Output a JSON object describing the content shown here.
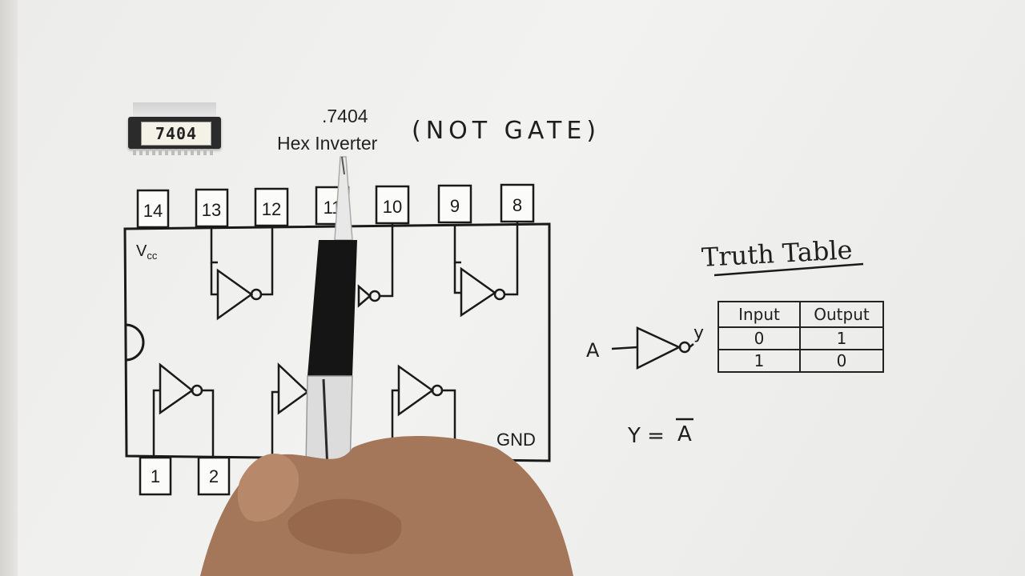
{
  "chip": {
    "marking": "7404"
  },
  "header": {
    "part_number": ".7404",
    "description": "Hex Inverter",
    "gate_note": "(NOT GATE)"
  },
  "ic_diagram": {
    "top_pins": [
      "14",
      "13",
      "12",
      "11",
      "10",
      "9",
      "8"
    ],
    "bottom_pins": [
      "1",
      "2"
    ],
    "vcc_label": "V",
    "vcc_sub": "cc",
    "gnd_label": "GND"
  },
  "truth_table": {
    "title": "Truth Table",
    "headers": [
      "Input",
      "Output"
    ],
    "rows": [
      [
        "0",
        "1"
      ],
      [
        "1",
        "0"
      ]
    ]
  },
  "not_gate": {
    "input_label": "A",
    "output_label": "y",
    "equation_lhs": "Y =",
    "equation_rhs": "A"
  }
}
